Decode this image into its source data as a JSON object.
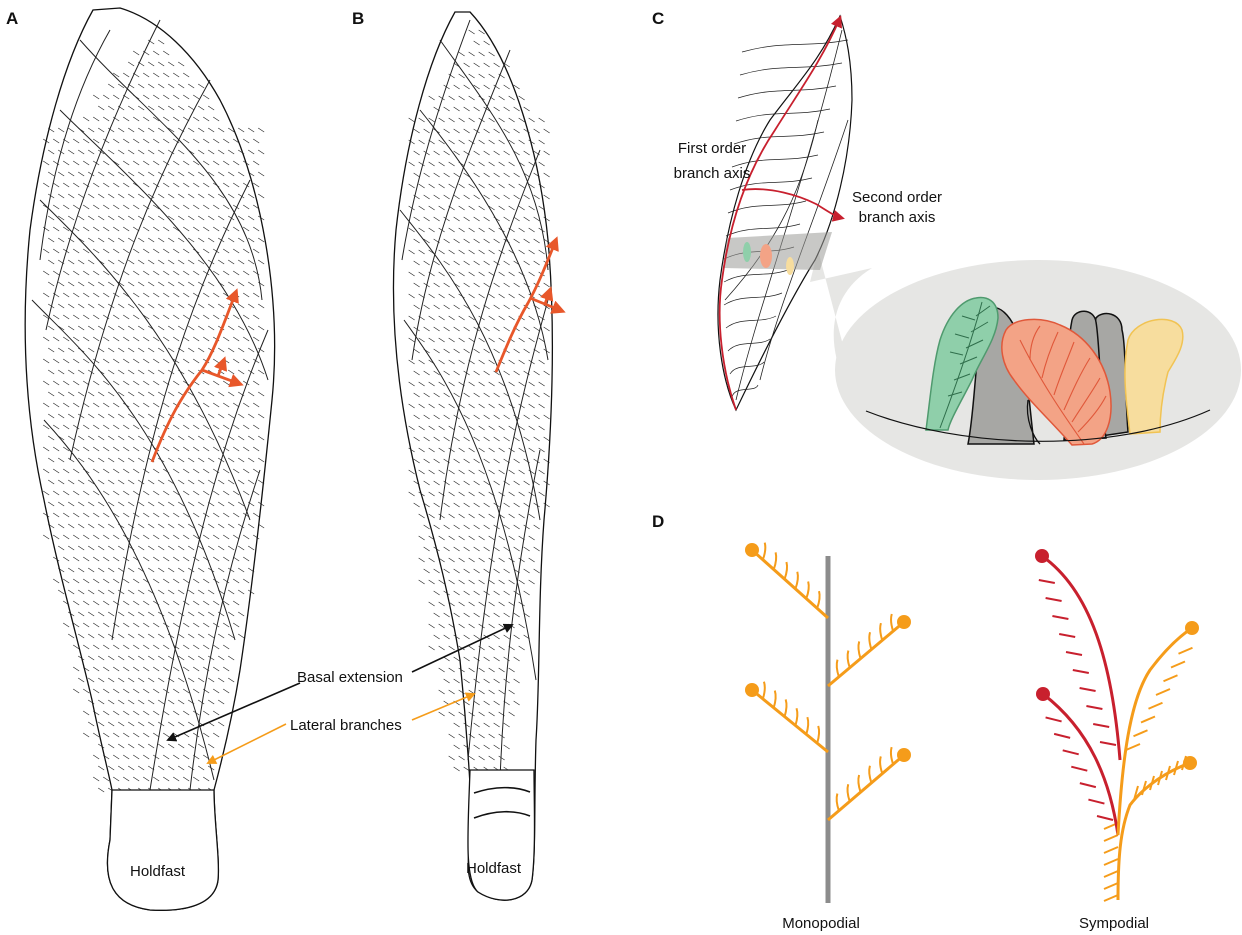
{
  "panels": {
    "a": {
      "letter": "A",
      "holdfast": "Holdfast"
    },
    "b": {
      "letter": "B",
      "holdfast": "Holdfast"
    },
    "c": {
      "letter": "C",
      "first_axis": [
        "First order",
        "branch axis"
      ],
      "second_axis": [
        "Second order",
        "branch axis"
      ]
    },
    "d": {
      "letter": "D",
      "mono_label": "Monopodial",
      "symp_label": "Sympodial"
    }
  },
  "annotations": {
    "basal": "Basal extension",
    "lateral": "Lateral branches"
  },
  "colors": {
    "orange_red": "#e8572a",
    "orange": "#f59c1a",
    "red": "#c8202e",
    "green": "#8fcfaa",
    "salmon": "#f3a386",
    "grey": "#a7a7a4",
    "yellow": "#f7dd9e",
    "main_axis": "#8c8c8c",
    "inset_bg": "#e6e6e4"
  }
}
